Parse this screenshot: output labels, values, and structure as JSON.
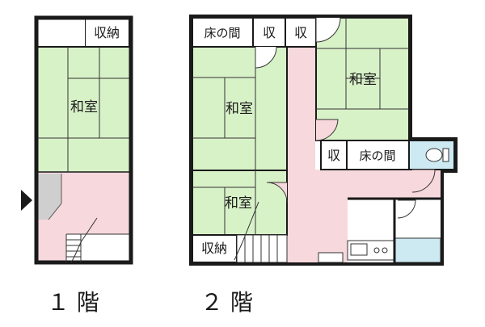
{
  "floors": [
    {
      "label": "１ 階",
      "rooms": [
        {
          "label": "和室",
          "kind": "tatami"
        },
        {
          "label": "収納",
          "kind": "storage"
        }
      ],
      "features": [
        "entrance-arrow",
        "staircase"
      ]
    },
    {
      "label": "２ 階",
      "rooms": [
        {
          "label": "床の間",
          "kind": "alcove"
        },
        {
          "label": "収",
          "kind": "storage"
        },
        {
          "label": "収",
          "kind": "storage"
        },
        {
          "label": "和室",
          "kind": "tatami"
        },
        {
          "label": "和室",
          "kind": "tatami"
        },
        {
          "label": "和室",
          "kind": "tatami"
        },
        {
          "label": "収",
          "kind": "storage"
        },
        {
          "label": "床の間",
          "kind": "alcove"
        },
        {
          "label": "収納",
          "kind": "storage"
        }
      ],
      "features": [
        "toilet",
        "kitchen",
        "bath",
        "staircase"
      ]
    }
  ],
  "colors": {
    "tatami": "#d8f2c8",
    "floor": "#f7d8dc",
    "wall": "#1a1a1a",
    "tile": "#cdeaf2",
    "gray": "#cfcfcf"
  }
}
